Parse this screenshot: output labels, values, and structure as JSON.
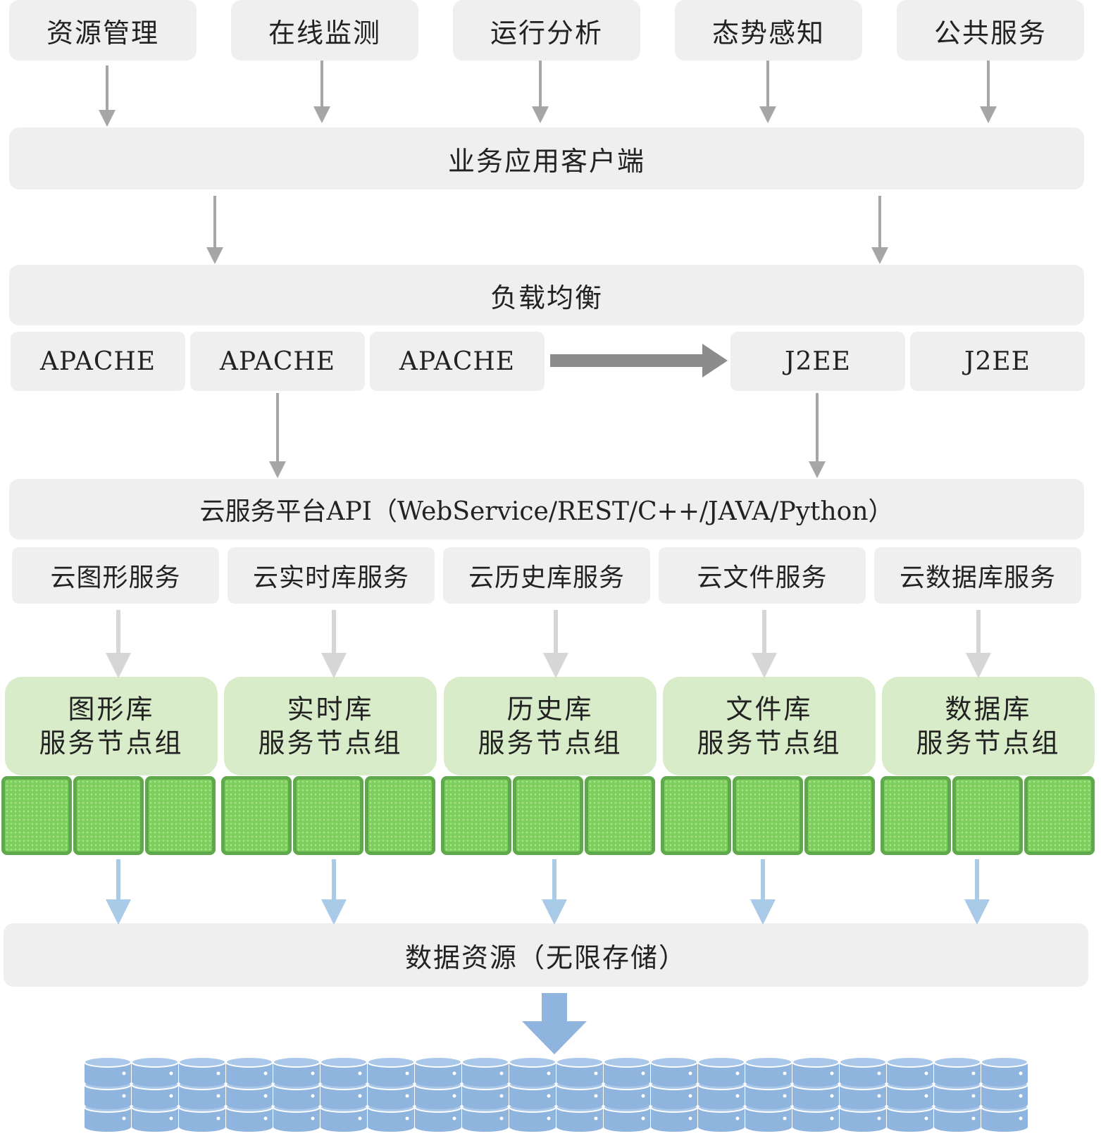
{
  "top_modules": [
    "资源管理",
    "在线监测",
    "运行分析",
    "态势感知",
    "公共服务"
  ],
  "client_layer": "业务应用客户端",
  "load_balancer": "负载均衡",
  "servers": [
    "APACHE",
    "APACHE",
    "APACHE",
    "J2EE",
    "J2EE"
  ],
  "api_layer": "云服务平台API（WebService/REST/C++/JAVA/Python）",
  "cloud_services": [
    "云图形服务",
    "云实时库服务",
    "云历史库服务",
    "云文件服务",
    "云数据库服务"
  ],
  "node_groups": [
    {
      "line1": "图形库",
      "line2": "服务节点组"
    },
    {
      "line1": "实时库",
      "line2": "服务节点组"
    },
    {
      "line1": "历史库",
      "line2": "服务节点组"
    },
    {
      "line1": "文件库",
      "line2": "服务节点组"
    },
    {
      "line1": "数据库",
      "line2": "服务节点组"
    }
  ],
  "data_resources": "数据资源（无限存储）",
  "colors": {
    "box_gray": "#efefef",
    "arrow_gray": "#a6a6a6",
    "arrow_light_gray": "#d6d6d6",
    "arrow_blue": "#a9cbe8",
    "node_green": "#7fcf5e",
    "group_green": "#d9ecc9",
    "disk_blue": "#8fb4de"
  }
}
